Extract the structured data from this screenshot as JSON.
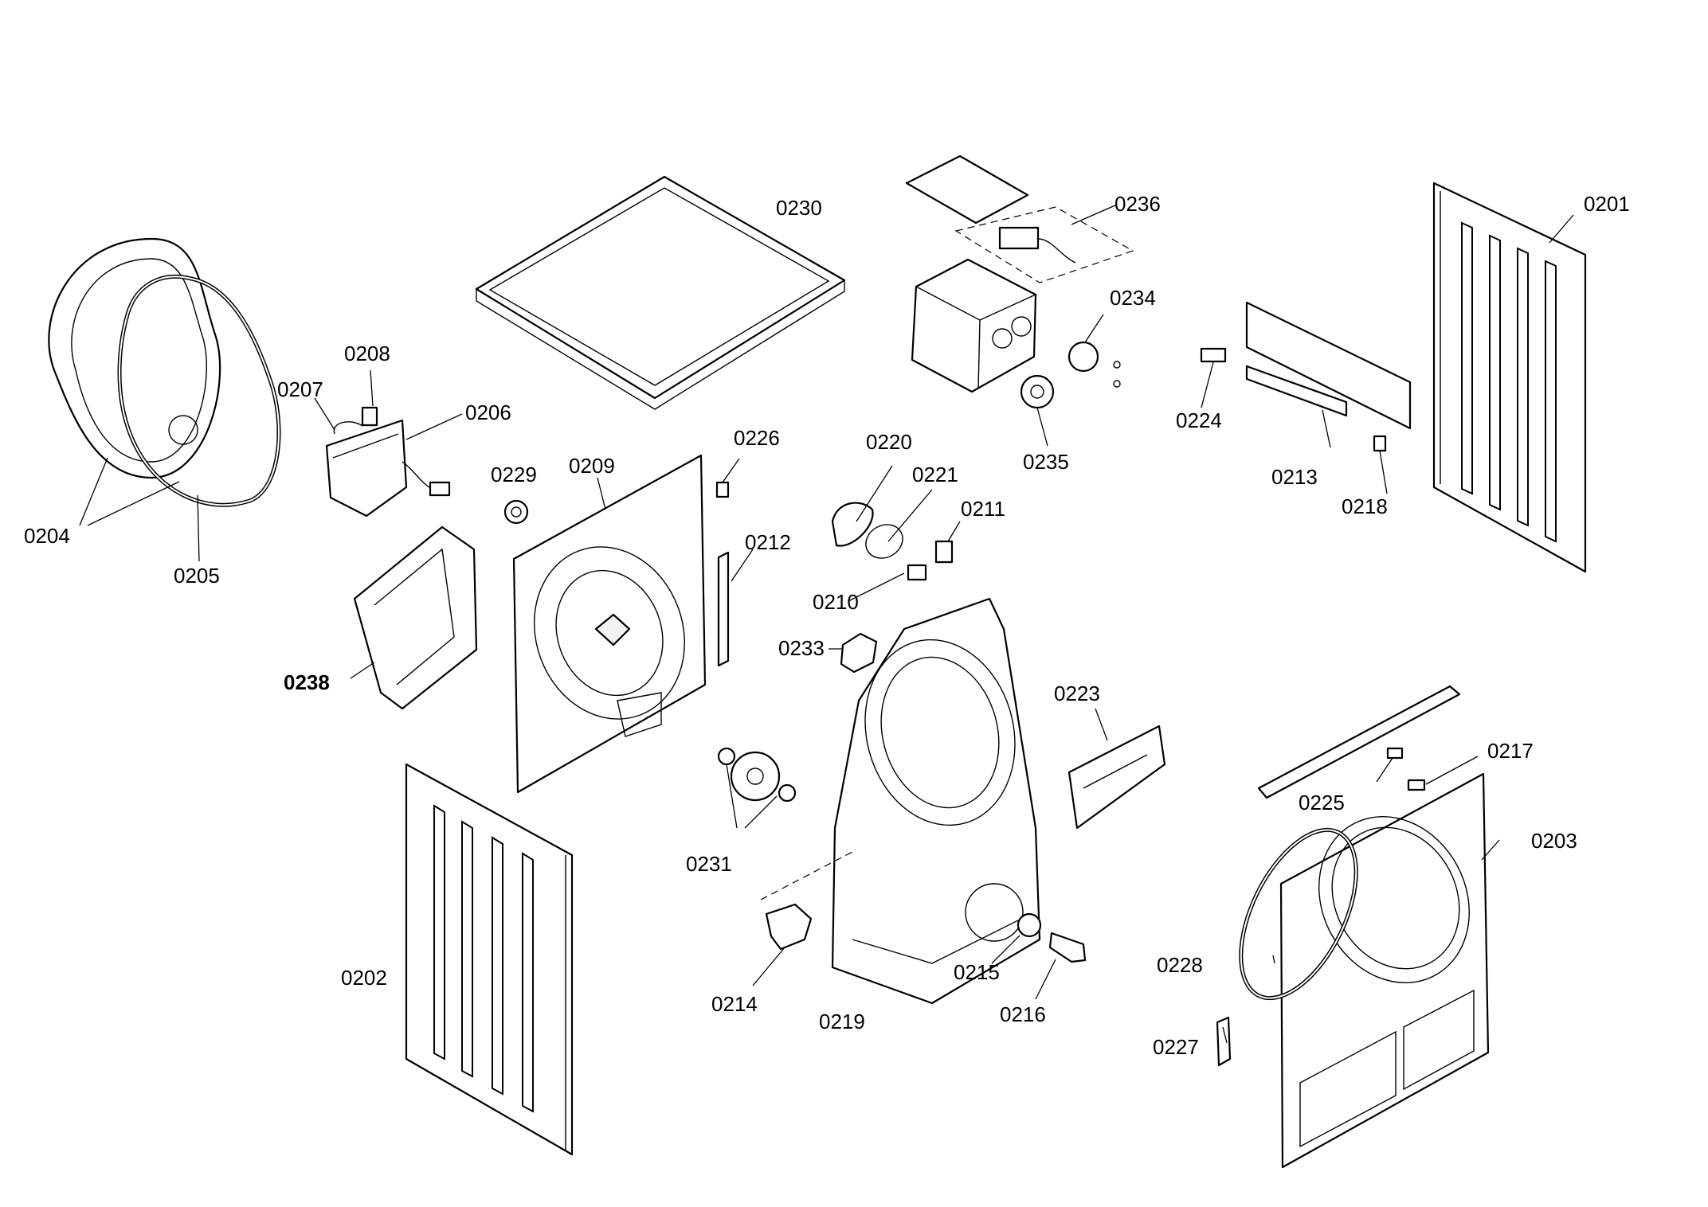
{
  "diagram": {
    "labels": {
      "p0201": "0201",
      "p0202": "0202",
      "p0203": "0203",
      "p0204": "0204",
      "p0205": "0205",
      "p0206": "0206",
      "p0207": "0207",
      "p0208": "0208",
      "p0209": "0209",
      "p0210": "0210",
      "p0211": "0211",
      "p0212": "0212",
      "p0213": "0213",
      "p0214": "0214",
      "p0215": "0215",
      "p0216": "0216",
      "p0217": "0217",
      "p0218": "0218",
      "p0219": "0219",
      "p0220": "0220",
      "p0221": "0221",
      "p0223": "0223",
      "p0224": "0224",
      "p0225": "0225",
      "p0226": "0226",
      "p0227": "0227",
      "p0228": "0228",
      "p0229": "0229",
      "p0230": "0230",
      "p0231": "0231",
      "p0233": "0233",
      "p0234": "0234",
      "p0235": "0235",
      "p0236": "0236",
      "p0238": "0238"
    }
  }
}
